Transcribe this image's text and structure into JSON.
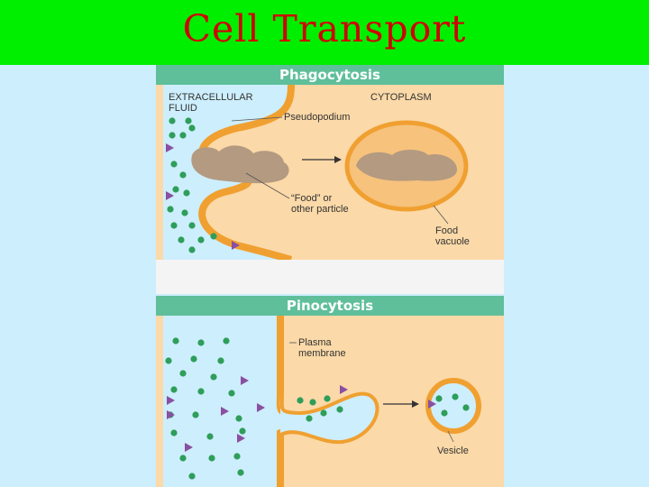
{
  "slide": {
    "title": "Cell Transport"
  },
  "phagocytosis": {
    "heading": "Phagocytosis",
    "extracellular_label": "EXTRACELLULAR\nFLUID",
    "cytoplasm_label": "CYTOPLASM",
    "pseudopodium_label": "Pseudopodium",
    "food_label": "“Food” or\nother particle",
    "vacuole_label": "Food\nvacuole"
  },
  "pinocytosis": {
    "heading": "Pinocytosis",
    "membrane_label": "Plasma\nmembrane",
    "vesicle_label": "Vesicle"
  },
  "colors": {
    "fluid": "#cdeefc",
    "cytoplasm": "#fbd9a8",
    "membrane": "#f0a030",
    "molecule": "#2e9e5a",
    "particle": "#8a4fa0",
    "header": "#5fbf9a"
  }
}
